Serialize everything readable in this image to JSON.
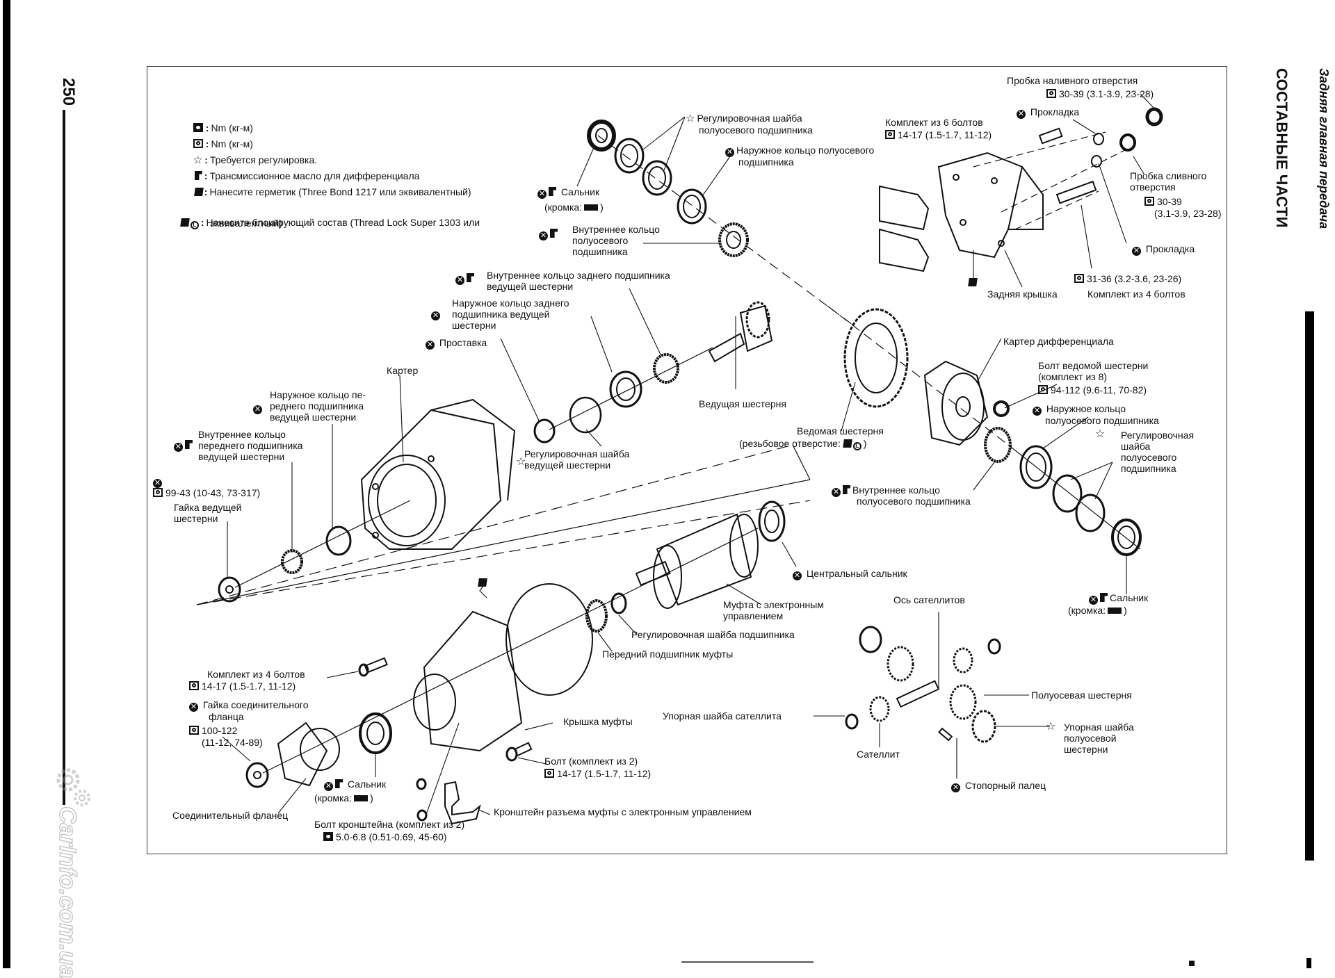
{
  "page": {
    "number": "250",
    "section_title": "СОСТАВНЫЕ ЧАСТИ",
    "chapter_title": "Задняя главная передача",
    "watermark": "CarInfo.com.ua"
  },
  "legend": [
    {
      "icon": "torque-wrench-filled-icon",
      "text": "Nm (кг-м)"
    },
    {
      "icon": "torque-wrench-outline-icon",
      "text": "Nm (кг-м)"
    },
    {
      "icon": "star-icon",
      "text": "Требуется регулировка."
    },
    {
      "icon": "oil-icon",
      "text": "Трансмиссионное масло для дифференциала"
    },
    {
      "icon": "sealant-icon",
      "text": "Нанесите герметик (Three Bond 1217 или эквивалентный)"
    },
    {
      "icon": "thread-lock-icon",
      "text": "Нанесите блокирующий состав (Thread Lock Super 1303 или",
      "text2": "эквивалентный)"
    }
  ],
  "callouts": {
    "filler_plug": {
      "title": "Пробка наливного отверстия",
      "torque": "30-39 (3.1-3.9, 23-28)"
    },
    "gasket_top": "Прокладка",
    "six_bolts": {
      "title": "Комплект из 6 болтов",
      "torque": "14-17 (1.5-1.7, 11-12)"
    },
    "drain_plug": {
      "title1": "Пробка сливного",
      "title2": "отверстия",
      "torque": "30-39",
      "torque2": "(3.1-3.9, 23-28)"
    },
    "gasket_right": "Прокладка",
    "four_bolts_rear": {
      "torque": "31-36 (3.2-3.6, 23-26)",
      "title": "Комплект из 4 болтов"
    },
    "rear_cover": "Задняя крышка",
    "side_shim_top": {
      "line1": "Регулировочная шайба",
      "line2": "полуосевого подшипника"
    },
    "side_outer_race_top": {
      "line1": "Наружное кольцо полуосевого",
      "line2": "подшипника"
    },
    "oil_seal_top": {
      "title": "Сальник",
      "lip": "(кромка:",
      "lip_end": ")"
    },
    "side_inner_race_top": {
      "line1": "Внутреннее кольцо",
      "line2": "полуосевого",
      "line3": "подшипника"
    },
    "pinion_rear_inner": {
      "line1": "Внутреннее кольцо заднего подшипника",
      "line2": "ведущей шестерни"
    },
    "pinion_rear_outer": {
      "line1": "Наружное кольцо заднего",
      "line2": "подшипника ведущей",
      "line3": "шестерни"
    },
    "spacer": "Проставка",
    "drive_pinion": "Ведущая шестерня",
    "carrier": "Картер",
    "pinion_front_outer": {
      "line1": "Наружное кольцо пе-",
      "line2": "реднего подшипника",
      "line3": "ведущей шестерни"
    },
    "pinion_front_inner": {
      "line1": "Внутреннее кольцо",
      "line2": "переднего подшипника",
      "line3": "ведущей шестерни"
    },
    "pinion_nut": {
      "torque": "99-43 (10-43, 73-317)",
      "line1": "Гайка ведущей",
      "line2": "шестерни"
    },
    "pinion_shim": {
      "line1": "Регулировочная шайба",
      "line2": "ведущей шестерни"
    },
    "diff_case": "Картер дифференциала",
    "ring_gear_bolt": {
      "line1": "Болт ведомой шестерни",
      "line2": "(комплект из 8)",
      "torque": "94-112 (9.6-11, 70-82)"
    },
    "side_outer_race_right": {
      "line1": "Наружное кольцо",
      "line2": "полуосевого подшипника"
    },
    "ring_gear": {
      "line1": "Ведомая шестерня",
      "line2": "(резьбовое отверстие:",
      "line2_end": ")"
    },
    "side_shim_right": {
      "line1": "Регулировочная",
      "line2": "шайба",
      "line3": "полуосевого",
      "line4": "подшипника"
    },
    "side_inner_race_right": {
      "line1": "Внутреннее кольцо",
      "line2": "полуосевого подшипника"
    },
    "center_seal": "Центральный сальник",
    "oil_seal_right": {
      "title": "Сальник",
      "lip": "(кромка:",
      "lip_end": ")"
    },
    "electronic_clutch": {
      "line1": "Муфта с электронным",
      "line2": "управлением"
    },
    "bearing_shim": "Регулировочная шайба подшипника",
    "clutch_front_bearing": "Передний подшипник муфты",
    "pinion_shaft": "Ось сателлитов",
    "side_gear": "Полуосевая шестерня",
    "pinion_thrust_washer": "Упорная шайба сателлита",
    "side_gear_thrust_washer": {
      "line1": "Упорная шайба",
      "line2": "полуосевой",
      "line3": "шестерни"
    },
    "pinion_mate": "Сателлит",
    "lock_pin": "Стопорный палец",
    "four_bolts_front": {
      "title": "Комплект из 4 болтов",
      "torque": "14-17 (1.5-1.7, 11-12)"
    },
    "companion_flange_nut": {
      "line1": "Гайка соединительного",
      "line2": "фланца",
      "torque": "100-122",
      "torque2": "(11-12, 74-89)"
    },
    "clutch_cover": "Крышка муфты",
    "bolt_two": {
      "title": "Болт (комплект из 2)",
      "torque": "14-17 (1.5-1.7, 11-12)"
    },
    "oil_seal_bottom": {
      "title": "Сальник",
      "lip": "(кромка:",
      "lip_end": ")"
    },
    "companion_flange": "Соединительный фланец",
    "bracket_bolt": {
      "title": "Болт кронштейна (комплект из 2)",
      "torque": "5.0-6.8 (0.51-0.69, 45-60)"
    },
    "connector_bracket": "Кронштейн разъема муфты с электронным управлением"
  }
}
